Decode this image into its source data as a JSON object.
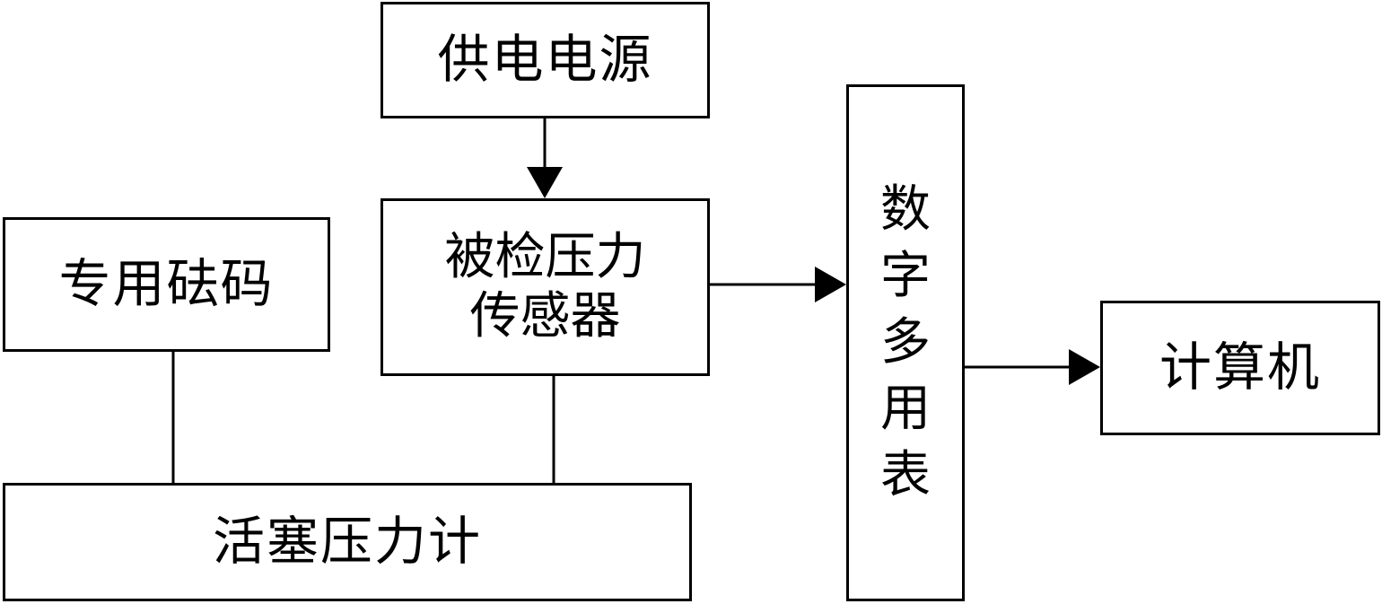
{
  "blocks": {
    "power_supply": "供电电源",
    "sensor": {
      "lines": [
        "被检压力",
        "传感器"
      ]
    },
    "weights": "专用砝码",
    "piston_gauge": "活塞压力计",
    "multimeter": {
      "chars": [
        "数",
        "字",
        "多",
        "用",
        "表"
      ]
    },
    "computer": "计算机"
  },
  "colors": {
    "stroke": "#000000",
    "background": "#ffffff"
  }
}
